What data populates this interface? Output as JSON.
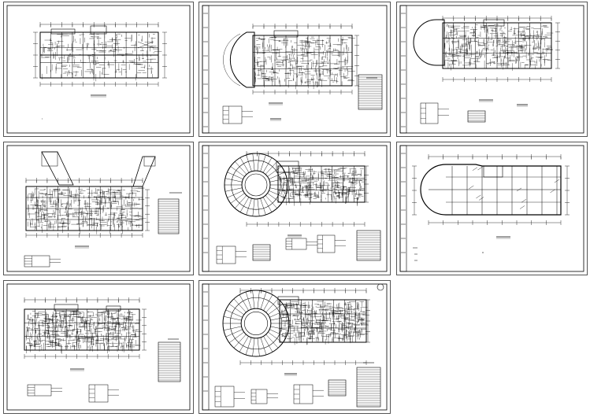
{
  "title": "",
  "sheets": [
    {
      "id": "sheet-1",
      "kind": "rect-plan"
    },
    {
      "id": "sheet-2",
      "kind": "plan-round-left"
    },
    {
      "id": "sheet-3",
      "kind": "plan-round-left-small"
    },
    {
      "id": "sheet-4",
      "kind": "plan-with-wings"
    },
    {
      "id": "sheet-5",
      "kind": "plan-circular-tower"
    },
    {
      "id": "sheet-6",
      "kind": "structure-grid-round"
    },
    {
      "id": "sheet-7",
      "kind": "rect-plan-dense"
    },
    {
      "id": "sheet-8",
      "kind": "plan-circular-tower-2"
    }
  ],
  "colors": {
    "line": "#000000",
    "frame": "#555555",
    "paper": "#ffffff"
  }
}
